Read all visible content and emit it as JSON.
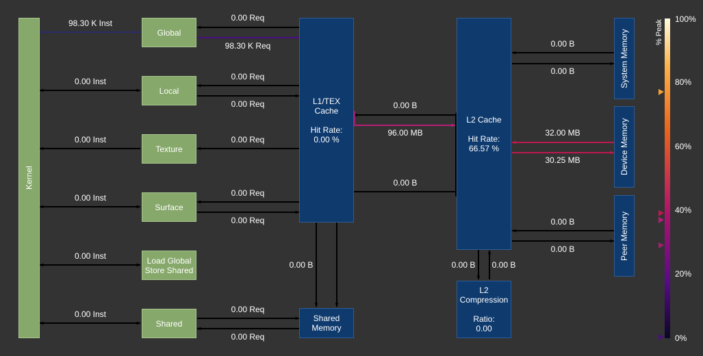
{
  "nodes": {
    "kernel": "Kernel",
    "global": "Global",
    "local": "Local",
    "texture": "Texture",
    "surface": "Surface",
    "load_global_store_shared": "Load Global\nStore Shared",
    "shared": "Shared",
    "l1tex": "L1/TEX\nCache\n\nHit Rate:\n0.00 %",
    "shared_memory": "Shared\nMemory",
    "l2_cache": "L2 Cache\n\nHit Rate:\n66.57 %",
    "l2_compression": "L2\nCompression\n\nRatio:\n0.00",
    "system_memory": "System Memory",
    "device_memory": "Device Memory",
    "peer_memory": "Peer Memory"
  },
  "edges": {
    "kernel_global": "98.30 K Inst",
    "kernel_local": "0.00 Inst",
    "kernel_texture": "0.00 Inst",
    "kernel_surface": "0.00 Inst",
    "kernel_lgss": "0.00 Inst",
    "kernel_shared": "0.00 Inst",
    "global_req_in": "0.00 Req",
    "global_req_out": "98.30 K Req",
    "local_req_in": "0.00 Req",
    "local_req_out": "0.00 Req",
    "texture_req": "0.00 Req",
    "surface_req_in": "0.00 Req",
    "surface_req_out": "0.00 Req",
    "shared_req_in": "0.00 Req",
    "shared_req_out": "0.00 Req",
    "l1_to_shared": "0.00 B",
    "l2_to_l1": "0.00 B",
    "l1_to_l2": "96.00 MB",
    "l2_to_shared": "0.00 B",
    "l2_to_compression": "0.00 B",
    "compression_to_l2": "0.00 B",
    "sys_in": "0.00 B",
    "sys_out": "0.00 B",
    "dev_in": "32.00 MB",
    "dev_out": "30.25 MB",
    "peer_in": "0.00 B",
    "peer_out": "0.00 B"
  },
  "legend": {
    "title": "% Peak",
    "ticks": [
      "100%",
      "80%",
      "60%",
      "40%",
      "20%",
      "0%"
    ],
    "gradient_colors": [
      "#fdfbe0",
      "#fcb14a",
      "#e8641c",
      "#b0156a",
      "#5a0a8a",
      "#0b0724"
    ]
  },
  "colors": {
    "background": "#333333",
    "unit_green": "#86a86a",
    "memory_blue": "#0e3a6e",
    "link_black": "#000000",
    "link_navy": "#2a2a6a",
    "link_purple": "#4a1080",
    "link_magenta": "#b81e78",
    "link_crimson": "#c0184e",
    "port_magenta": "#a02070",
    "port_orange": "#f6a030"
  }
}
